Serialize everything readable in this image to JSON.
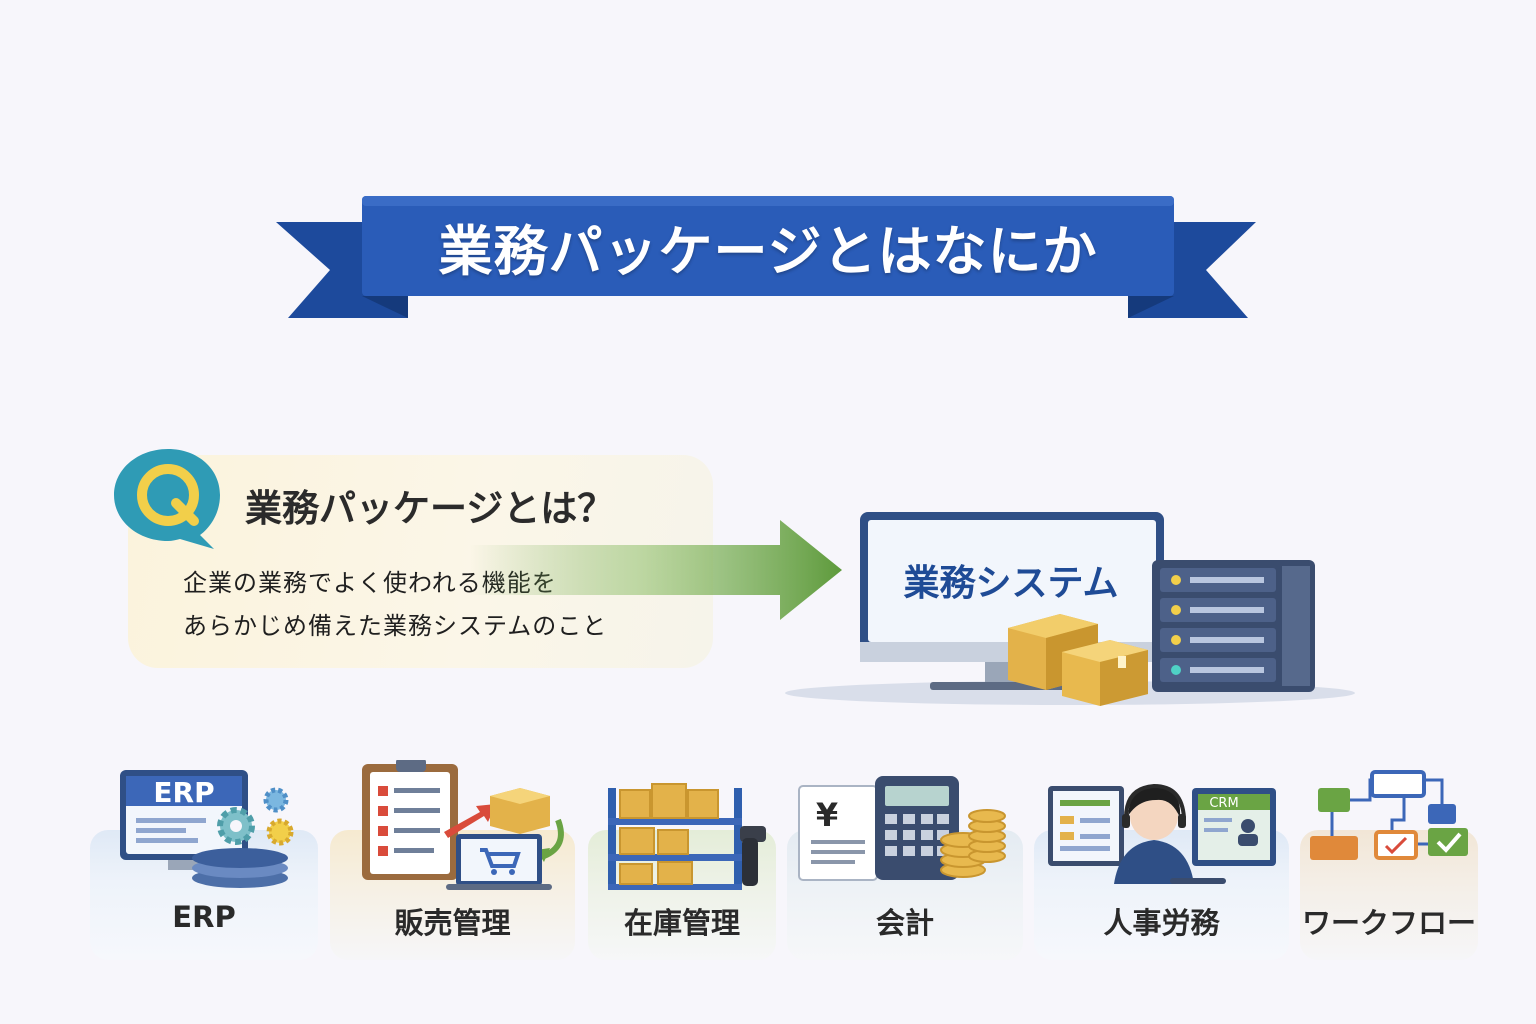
{
  "banner": {
    "title": "業務パッケージとはなにか"
  },
  "qa": {
    "q_letter": "Q",
    "question": "業務パッケージとは？",
    "answer_line1": "企業の業務でよく使われる機能を",
    "answer_line2": "あらかじめ備えた業務システムのこと"
  },
  "system": {
    "label": "業務システム"
  },
  "categories": [
    {
      "label": "ERP",
      "screen_text": "ERP"
    },
    {
      "label": "販売管理"
    },
    {
      "label": "在庫管理"
    },
    {
      "label": "会計",
      "receipt_symbol": "¥"
    },
    {
      "label": "人事労務",
      "screen_text": "CRM"
    },
    {
      "label": "ワークフロー"
    }
  ],
  "colors": {
    "banner_blue": "#2a5cb8",
    "banner_dark": "#1c468f",
    "accent_teal": "#2f9bb5",
    "accent_yellow": "#f2cf4a",
    "arrow_green": "#6aa444",
    "box_gold": "#e3b24a"
  }
}
